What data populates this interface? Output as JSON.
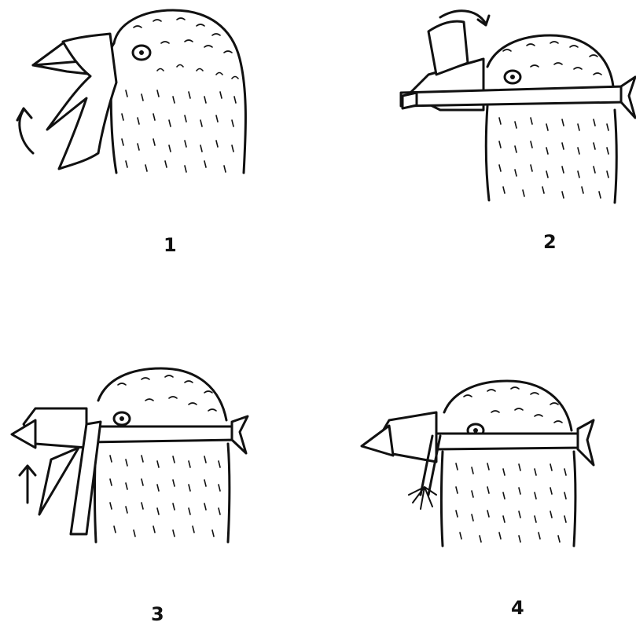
{
  "steps": [
    {
      "label": "1"
    },
    {
      "label": "2"
    },
    {
      "label": "3"
    },
    {
      "label": "4"
    }
  ]
}
